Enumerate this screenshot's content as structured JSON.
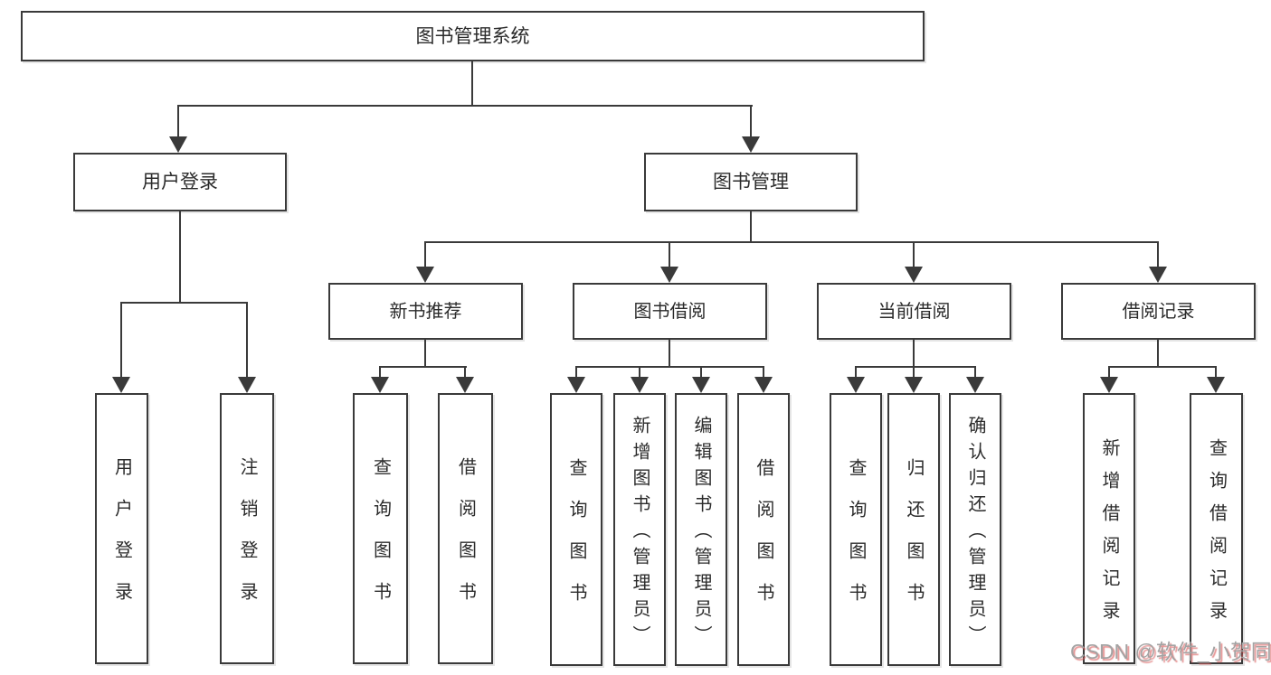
{
  "tree": {
    "root": {
      "label": "图书管理系统"
    },
    "branches": [
      {
        "label": "用户登录",
        "children": [
          {
            "label": "用户登录"
          },
          {
            "label": "注销登录"
          }
        ]
      },
      {
        "label": "图书管理",
        "children": [
          {
            "label": "新书推荐",
            "children": [
              {
                "label": "查询图书"
              },
              {
                "label": "借阅图书"
              }
            ]
          },
          {
            "label": "图书借阅",
            "children": [
              {
                "label": "查询图书"
              },
              {
                "label": "新增图书（管理员）"
              },
              {
                "label": "编辑图书（管理员）"
              },
              {
                "label": "借阅图书"
              }
            ]
          },
          {
            "label": "当前借阅",
            "children": [
              {
                "label": "查询图书"
              },
              {
                "label": "归还图书"
              },
              {
                "label": "确认归还（管理员）"
              }
            ]
          },
          {
            "label": "借阅记录",
            "children": [
              {
                "label": "新增借阅记录"
              },
              {
                "label": "查询借阅记录"
              }
            ]
          }
        ]
      }
    ]
  },
  "watermark": {
    "text": "CSDN @软件_小贺同学"
  },
  "colors": {
    "line": "#3a3a3a",
    "text": "#2b2b2b",
    "watermark": "#a3a3a3"
  }
}
